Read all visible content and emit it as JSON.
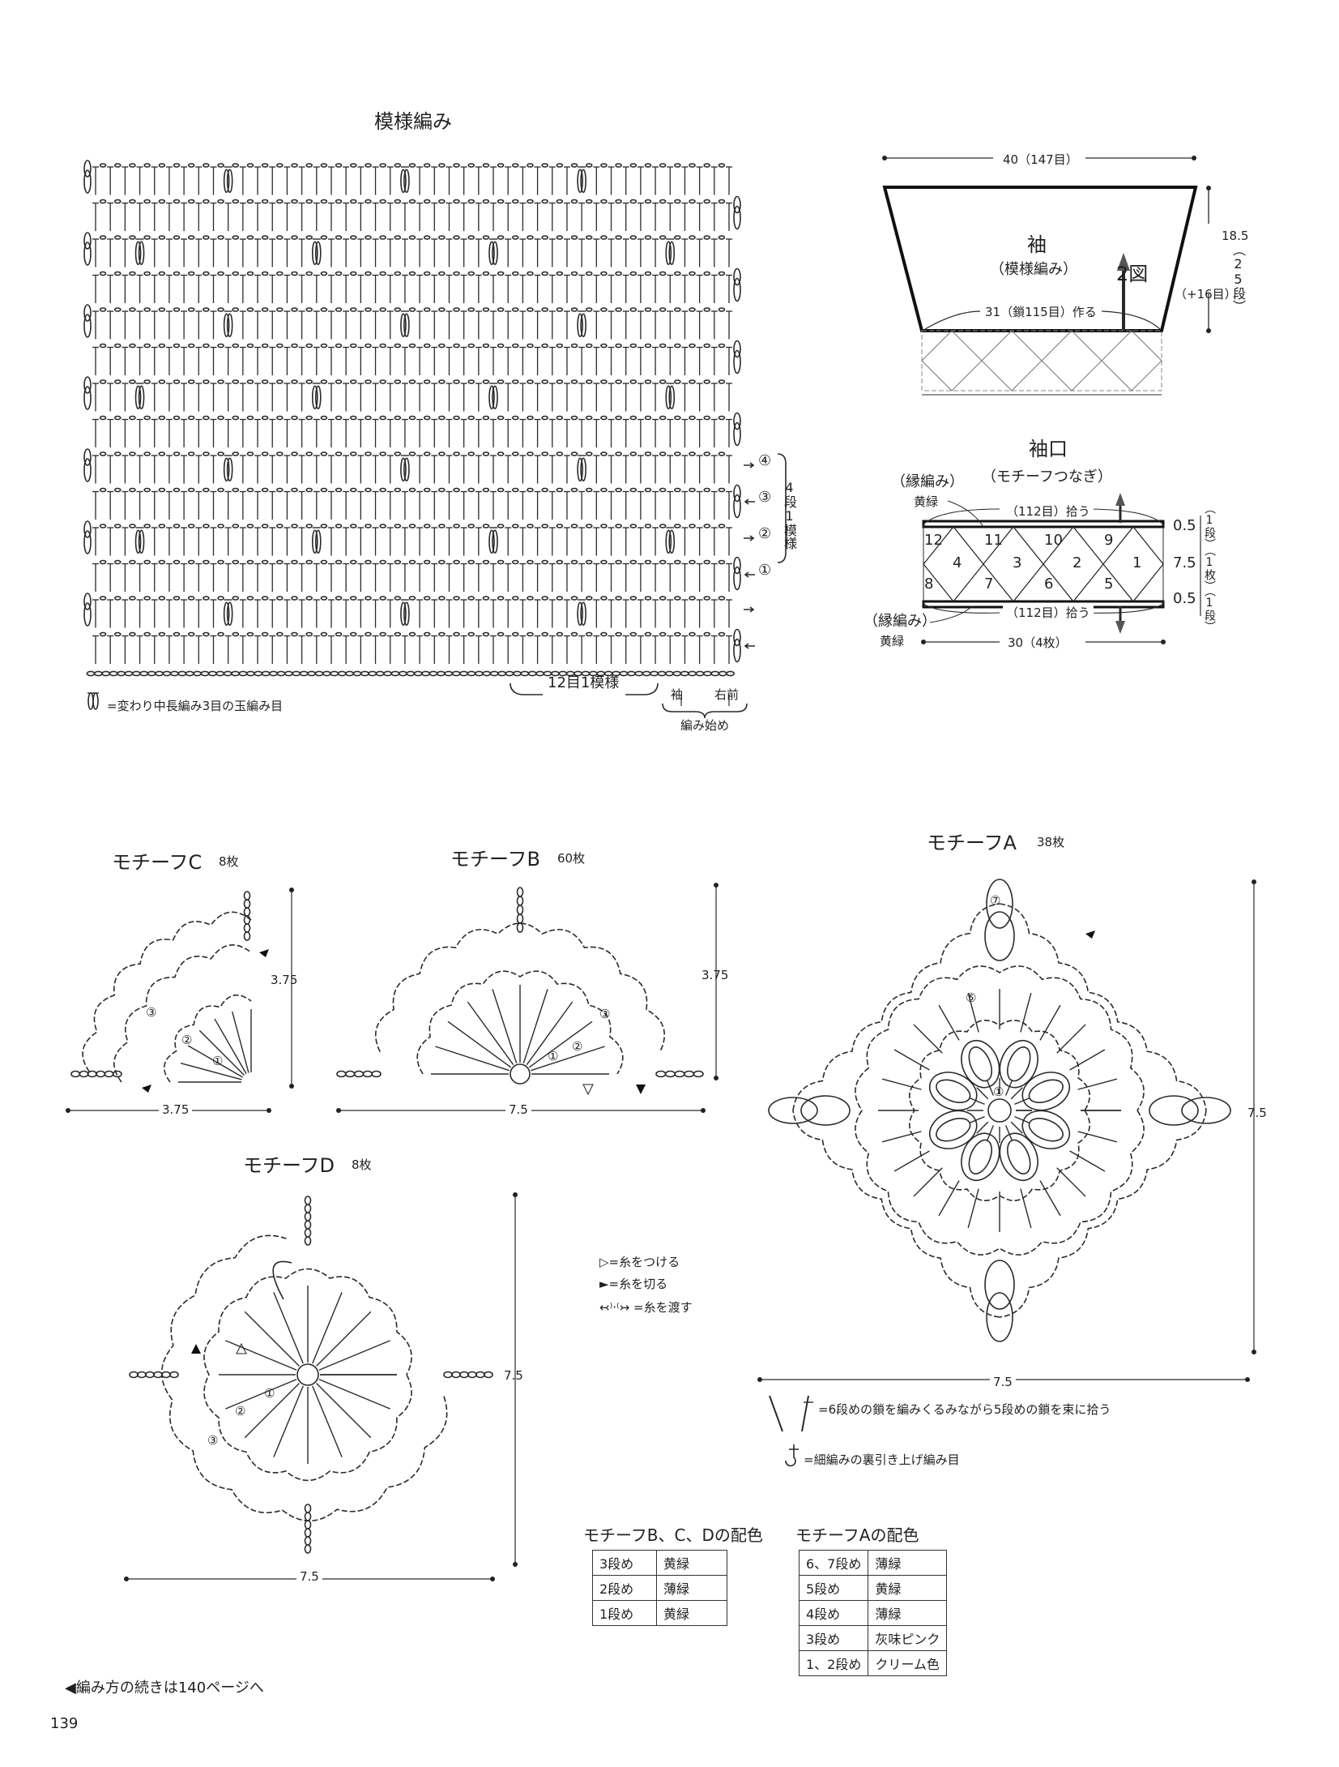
{
  "pattern_chart": {
    "title": "模様編み",
    "repeat_label": "12目1模様",
    "start_sleeve": "袖",
    "start_right_front": "右前",
    "start_label": "編み始め",
    "row_markers": [
      "④",
      "③",
      "②",
      "①"
    ],
    "repeat_rows_label": "4段1模様",
    "legend": "=変わり中長編み3目の玉編み目"
  },
  "sleeve": {
    "width_label": "40（147目）",
    "name": "袖",
    "stitch": "（模様編み）",
    "direction": "2図",
    "height_label": "18.5",
    "height_rows": "（25段）",
    "increase": "（+16目）",
    "base_label": "31（鎖115目）作る"
  },
  "cuff": {
    "title": "袖口",
    "subtitle": "（モチーフつなぎ）",
    "edge_top": "（縁編み）",
    "edge_top_color": "黄緑",
    "edge_bottom": "（縁編み）",
    "edge_bottom_color": "黄緑",
    "pick_top": "（112目）拾う",
    "pick_bottom": "（112目）拾う",
    "upper_nums": [
      "12",
      "11",
      "10",
      "9"
    ],
    "mid_nums": [
      "4",
      "3",
      "2",
      "1"
    ],
    "lower_nums": [
      "8",
      "7",
      "6",
      "5"
    ],
    "dim_top": "0.5",
    "dim_top_rows": "（1段）",
    "dim_mid": "7.5",
    "dim_mid_count": "（1枚）",
    "dim_bottom": "0.5",
    "dim_bottom_rows": "（1段）",
    "width_label": "30（4枚）"
  },
  "motifs": {
    "c": {
      "title": "モチーフC",
      "count": "8枚",
      "height": "3.75",
      "width": "3.75",
      "rounds": [
        "①",
        "②",
        "③"
      ]
    },
    "b": {
      "title": "モチーフB",
      "count": "60枚",
      "height": "3.75",
      "width": "7.5",
      "rounds": [
        "①",
        "②",
        "③"
      ]
    },
    "a": {
      "title": "モチーフA",
      "count": "38枚",
      "height": "7.5",
      "width": "7.5",
      "rounds": [
        "①",
        "⑤",
        "⑦"
      ]
    },
    "d": {
      "title": "モチーフD",
      "count": "8枚",
      "height": "7.5",
      "width": "7.5",
      "rounds": [
        "①",
        "②",
        "③"
      ]
    }
  },
  "legend": {
    "attach": "=糸をつける",
    "cut": "=糸を切る",
    "carry": "=糸を渡す",
    "note_a1": "=6段めの鎖を編みくるみながら5段めの鎖を束に拾う",
    "note_a2": "=細編みの裏引き上げ編み目"
  },
  "color_tables": {
    "bcd": {
      "title": "モチーフB、C、Dの配色",
      "rows": [
        [
          "3段め",
          "黄緑"
        ],
        [
          "2段め",
          "薄緑"
        ],
        [
          "1段め",
          "黄緑"
        ]
      ]
    },
    "a": {
      "title": "モチーフAの配色",
      "rows": [
        [
          "6、7段め",
          "薄緑"
        ],
        [
          "5段め",
          "黄緑"
        ],
        [
          "4段め",
          "薄緑"
        ],
        [
          "3段め",
          "灰味ピンク"
        ],
        [
          "1、2段め",
          "クリーム色"
        ]
      ]
    }
  },
  "footer": {
    "continue": "◀編み方の続きは140ページへ",
    "page_number": "139"
  }
}
